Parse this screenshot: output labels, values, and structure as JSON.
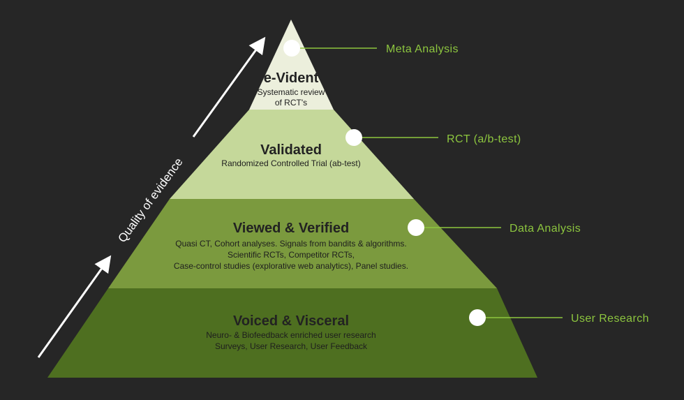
{
  "axis_label": "Quality of evidence",
  "colors": {
    "background": "#262626",
    "accent": "#8dc63f",
    "tier_top": "#ecefdc",
    "tier_2": "#c5d89a",
    "tier_3": "#7b9a3e",
    "tier_base": "#4e6f20"
  },
  "tiers": [
    {
      "title": "e-Vident",
      "lines": [
        "Systematic review",
        "of RCT's"
      ],
      "side_label": "Meta Analysis"
    },
    {
      "title": "Validated",
      "lines": [
        "Randomized Controlled Trial (ab-test)"
      ],
      "side_label": "RCT (a/b-test)"
    },
    {
      "title": "Viewed & Verified",
      "lines": [
        "Quasi CT, Cohort analyses. Signals from bandits & algorithms.",
        "Scientific RCTs, Competitor RCTs,",
        "Case-control studies (explorative web analytics), Panel studies."
      ],
      "side_label": "Data Analysis"
    },
    {
      "title": "Voiced & Visceral",
      "lines": [
        "Neuro- & Biofeedback enriched user research",
        "Surveys, User Research, User Feedback"
      ],
      "side_label": "User Research"
    }
  ]
}
